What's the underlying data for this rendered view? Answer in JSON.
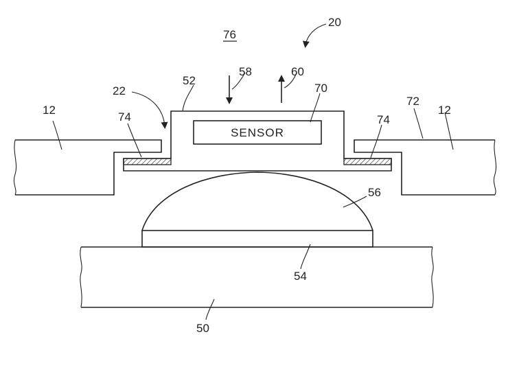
{
  "diagram": {
    "sensor_label": "SENSOR",
    "labels": {
      "l76": "76",
      "l20": "20",
      "l58": "58",
      "l60": "60",
      "l52": "52",
      "l70": "70",
      "l22": "22",
      "l72": "72",
      "l12_left": "12",
      "l12_right": "12",
      "l74_left": "74",
      "l74_right": "74",
      "l56": "56",
      "l54": "54",
      "l50": "50"
    }
  }
}
